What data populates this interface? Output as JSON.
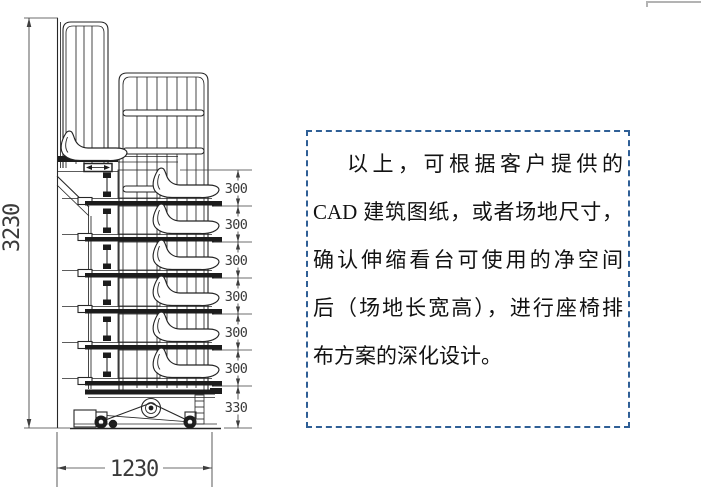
{
  "drawing": {
    "dims": {
      "total_height": "3230",
      "total_width": "1230",
      "row_rises": [
        "300",
        "300",
        "300",
        "300",
        "300",
        "300"
      ],
      "base_rise": "330"
    },
    "line_color": "#262626",
    "dim_color": "#3a3a3a"
  },
  "note_box": {
    "border_color": "#2f5f96",
    "lines": [
      "以上，可根据客户提供的",
      "CAD 建筑图纸，或者场地尺寸，",
      "确认伸缩看台可使用的净空间",
      "后（场地长宽高），进行座椅排",
      "布方案的深化设计。"
    ]
  }
}
